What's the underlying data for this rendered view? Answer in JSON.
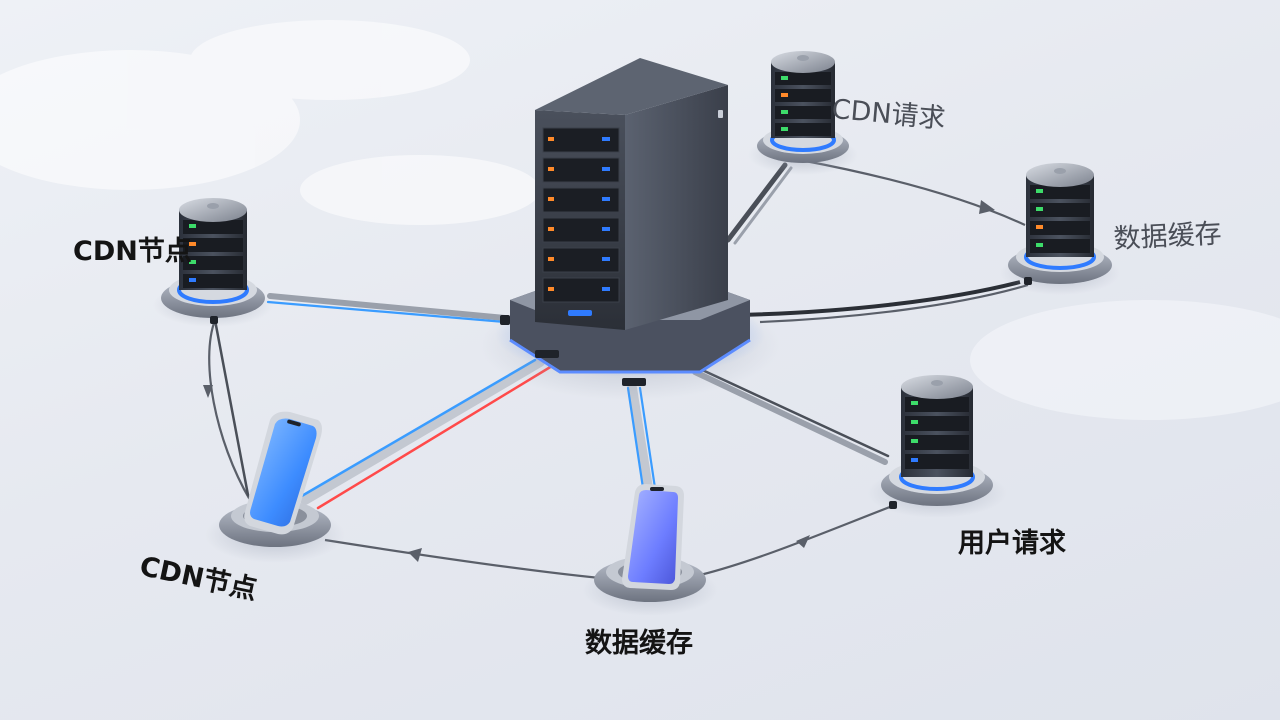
{
  "diagram": {
    "nodes": [
      {
        "id": "cdn-node-left",
        "type": "server-stack",
        "label": "CDN节点"
      },
      {
        "id": "cdn-request-top",
        "type": "server-stack",
        "label": "CDN请求"
      },
      {
        "id": "data-cache-right",
        "type": "server-stack",
        "label": "数据缓存"
      },
      {
        "id": "user-request-right",
        "type": "server-stack",
        "label": "用户请求"
      },
      {
        "id": "phone-left",
        "type": "smartphone",
        "label": "CDN节点"
      },
      {
        "id": "phone-bottom",
        "type": "smartphone",
        "label": "数据缓存"
      },
      {
        "id": "central-server",
        "type": "rack-server",
        "label": ""
      }
    ],
    "edges": [
      {
        "from": "central-server",
        "to": "cdn-node-left",
        "style": "cable"
      },
      {
        "from": "central-server",
        "to": "cdn-request-top",
        "style": "cable"
      },
      {
        "from": "central-server",
        "to": "data-cache-right",
        "style": "cable"
      },
      {
        "from": "central-server",
        "to": "user-request-right",
        "style": "cable"
      },
      {
        "from": "central-server",
        "to": "phone-left",
        "style": "cable-blue-red"
      },
      {
        "from": "central-server",
        "to": "phone-bottom",
        "style": "cable-blue"
      },
      {
        "from": "cdn-request-top",
        "to": "data-cache-right",
        "style": "arrow"
      },
      {
        "from": "cdn-node-left",
        "to": "phone-left",
        "style": "arrow"
      },
      {
        "from": "phone-bottom",
        "to": "phone-left",
        "style": "arrow"
      },
      {
        "from": "phone-bottom",
        "to": "user-request-right",
        "style": "arrow"
      }
    ]
  },
  "colors": {
    "led_blue": "#2f7bff",
    "led_green": "#3ddc6a",
    "led_orange": "#ff8a2a",
    "cable_blue": "#3a9cff",
    "cable_red": "#ff4a4a",
    "phone_screen": "#3d8cff"
  }
}
